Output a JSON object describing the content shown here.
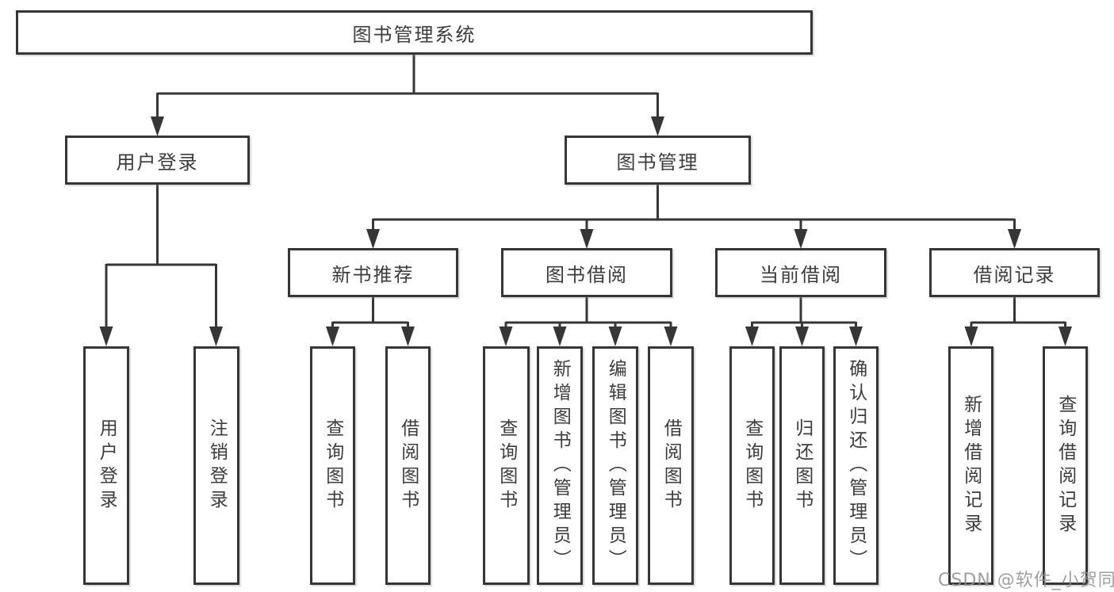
{
  "diagram": {
    "root": {
      "label": "图书管理系统"
    },
    "level2": [
      {
        "label": "用户登录"
      },
      {
        "label": "图书管理"
      }
    ],
    "level3": [
      {
        "label": "新书推荐"
      },
      {
        "label": "图书借阅"
      },
      {
        "label": "当前借阅"
      },
      {
        "label": "借阅记录"
      }
    ],
    "leaves": {
      "login": [
        {
          "label": "用户登录"
        },
        {
          "label": "注销登录"
        }
      ],
      "recommend": [
        {
          "label": "查询图书"
        },
        {
          "label": "借阅图书"
        }
      ],
      "borrow": [
        {
          "label": "查询图书"
        },
        {
          "label": "新增图书（管理员）"
        },
        {
          "label": "编辑图书（管理员）"
        },
        {
          "label": "借阅图书"
        }
      ],
      "current": [
        {
          "label": "查询图书"
        },
        {
          "label": "归还图书"
        },
        {
          "label": "确认归还（管理员）"
        }
      ],
      "records": [
        {
          "label": "新增借阅记录"
        },
        {
          "label": "查询借阅记录"
        }
      ]
    },
    "watermark": "CSDN @软件_小贺同学",
    "colors": {
      "line": "#363636",
      "box_border": "#363636",
      "text": "#3c3c3c",
      "watermark": "#8f8f8f",
      "background": "#ffffff"
    }
  }
}
